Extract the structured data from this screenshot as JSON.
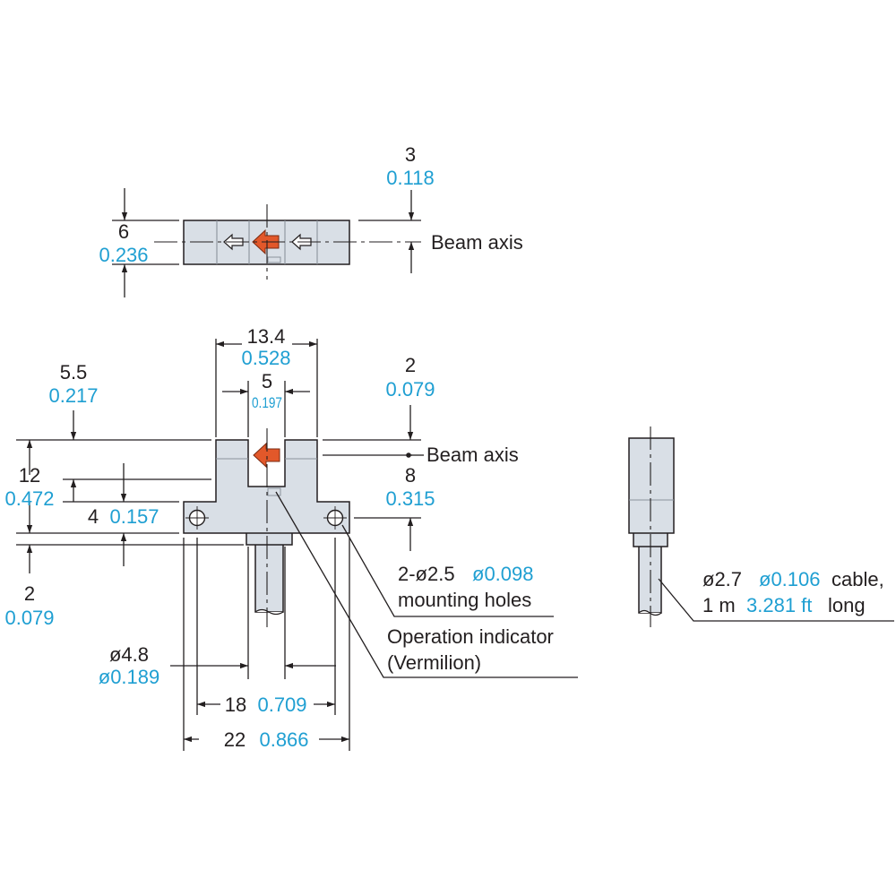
{
  "colors": {
    "metric_text": "#231f20",
    "imperial_text": "#1f9fd2",
    "indicator": "#e2582a",
    "body_fill": "#d9dfe6"
  },
  "top_view": {
    "dim_3_mm": "3",
    "dim_3_in": "0.118",
    "dim_6_mm": "6",
    "dim_6_in": "0.236",
    "beam_axis_label": "Beam axis"
  },
  "front_view": {
    "dim_13_4_mm": "13.4",
    "dim_13_4_in": "0.528",
    "dim_5_mm": "5",
    "dim_5_in": "0.197",
    "dim_5_5_mm": "5.5",
    "dim_5_5_in": "0.217",
    "dim_2_top_mm": "2",
    "dim_2_top_in": "0.079",
    "beam_axis_label": "Beam axis",
    "dim_12_mm": "12",
    "dim_12_in": "0.472",
    "dim_8_mm": "8",
    "dim_8_in": "0.315",
    "dim_4_mm": "4",
    "dim_4_in": "0.157",
    "dim_2_bottom_mm": "2",
    "dim_2_bottom_in": "0.079",
    "holes_mm": "2-ø2.5",
    "holes_in": "ø0.098",
    "holes_label": "mounting holes",
    "indicator_label_1": "Operation indicator",
    "indicator_label_2": "(Vermilion)",
    "dim_4_8_mm": "ø4.8",
    "dim_4_8_in": "ø0.189",
    "dim_18_mm": "18",
    "dim_18_in": "0.709",
    "dim_22_mm": "22",
    "dim_22_in": "0.866"
  },
  "side_view": {
    "cable_mm": "ø2.7",
    "cable_in": "ø0.106",
    "cable_suffix": "cable,",
    "length_prefix": "1 m",
    "length_in": "3.281 ft",
    "length_suffix": "long"
  }
}
